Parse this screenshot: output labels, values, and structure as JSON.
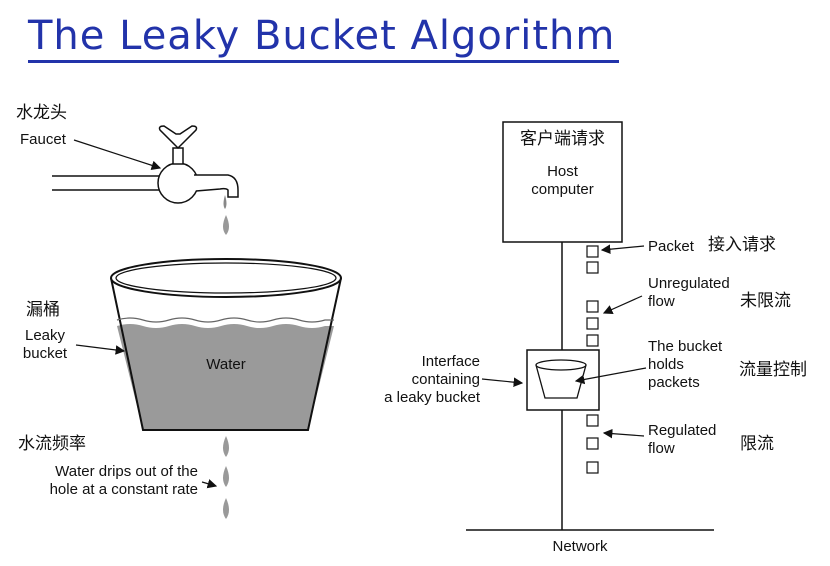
{
  "title": "The Leaky Bucket Algorithm",
  "left": {
    "faucet_cn": "水龙头",
    "faucet": "Faucet",
    "bucket_cn": "漏桶",
    "bucket_line1": "Leaky",
    "bucket_line2": "bucket",
    "water": "Water",
    "rate_cn": "水流频率",
    "drips_line1": "Water drips out of the",
    "drips_line2": "hole at a constant rate"
  },
  "right": {
    "host_cn": "客户端请求",
    "host_line1": "Host",
    "host_line2": "computer",
    "packet": "Packet",
    "packet_cn": "接入请求",
    "unreg_line1": "Unregulated",
    "unreg_line2": "flow",
    "unreg_cn": "未限流",
    "holds_line1": "The bucket",
    "holds_line2": "holds",
    "holds_line3": "packets",
    "holds_cn": "流量控制",
    "iface_line1": "Interface",
    "iface_line2": "containing",
    "iface_line3": "a leaky bucket",
    "reg_line1": "Regulated",
    "reg_line2": "flow",
    "reg_cn": "限流",
    "network": "Network"
  }
}
